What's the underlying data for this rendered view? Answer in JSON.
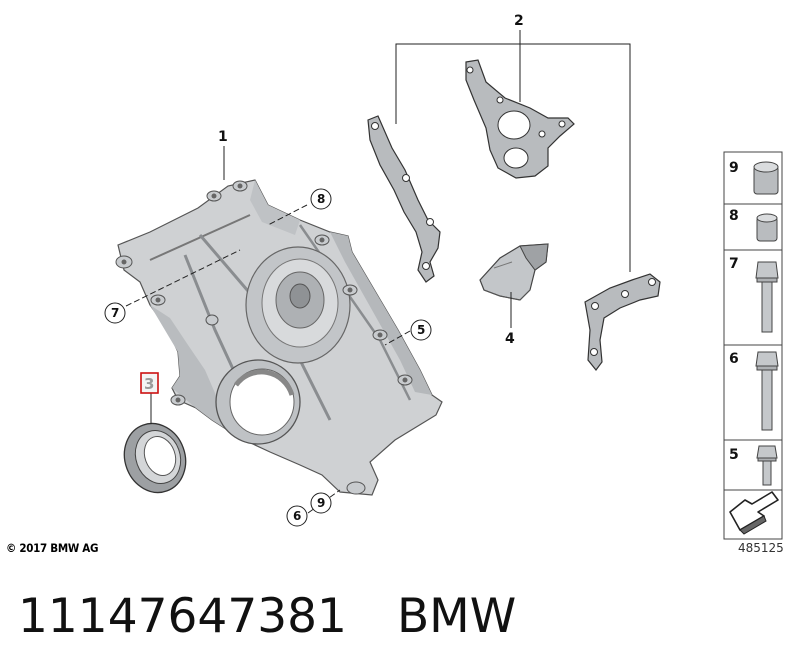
{
  "diagram": {
    "callouts": {
      "c1": "1",
      "c2": "2",
      "c3": "3",
      "c4": "4",
      "c5": "5",
      "c6": "6",
      "c7": "7",
      "c8": "8",
      "c9": "9"
    },
    "sidebar": [
      {
        "number": "9",
        "icon": "bushing-large-icon"
      },
      {
        "number": "8",
        "icon": "bushing-small-icon"
      },
      {
        "number": "7",
        "icon": "bolt-long-icon"
      },
      {
        "number": "6",
        "icon": "bolt-long-icon"
      },
      {
        "number": "5",
        "icon": "bolt-short-icon"
      }
    ],
    "highlight_color": "#cc1111"
  },
  "footer": {
    "copyright": "© 2017 BMW AG",
    "image_number": "485125"
  },
  "part": {
    "number": "11147647381",
    "brand": "BMW"
  }
}
